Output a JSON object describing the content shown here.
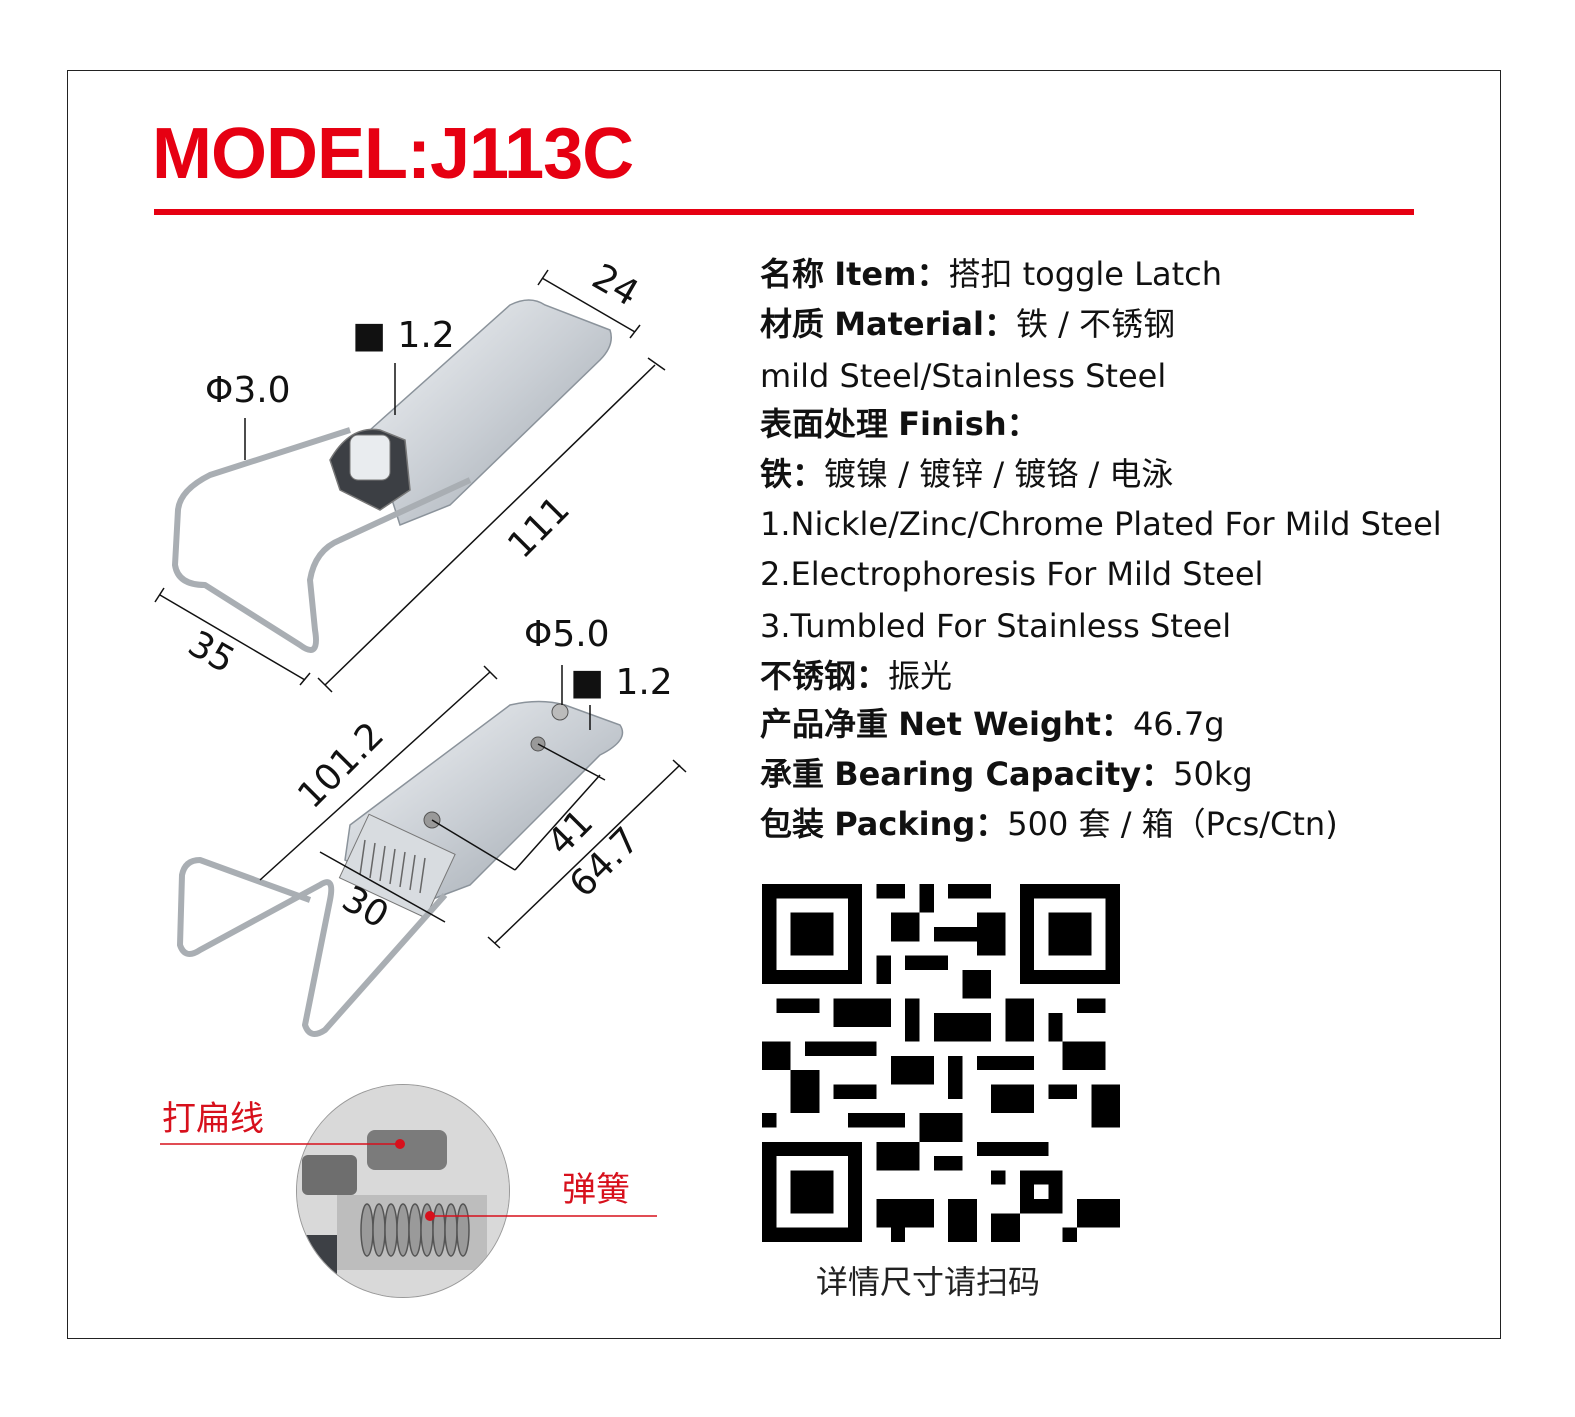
{
  "header": {
    "title": "MODEL:J113C",
    "accent_color": "#e60012"
  },
  "specs": {
    "item": {
      "label_cn": "名称",
      "label_en": "Item：",
      "value": "搭扣 toggle Latch"
    },
    "material": {
      "label_cn": "材质",
      "label_en": "Material：",
      "value": "铁 / 不锈钢",
      "value_en": "mild Steel/Stainless Steel"
    },
    "finish": {
      "label_cn": "表面处理",
      "label_en": "Finish："
    },
    "iron": {
      "label_cn": "铁：",
      "value": "镀镍 / 镀锌 / 镀铬 / 电泳"
    },
    "finish_list": [
      "1.Nickle/Zinc/Chrome Plated For Mild Steel",
      "2.Electrophoresis For Mild Steel",
      "3.Tumbled For Stainless Steel"
    ],
    "stainless": {
      "label_cn": "不锈钢：",
      "value": "振光"
    },
    "net_weight": {
      "label_cn": "产品净重",
      "label_en": "Net Weight：",
      "value": "46.7g"
    },
    "bearing": {
      "label_cn": "承重",
      "label_en": "Bearing Capacity：",
      "value": "50kg"
    },
    "packing": {
      "label_cn": "包装",
      "label_en": "Packing：",
      "value": "500 套 / 箱（Pcs/Ctn)"
    }
  },
  "drawing_top": {
    "dims": {
      "width_top": "24",
      "thickness": "■ 1.2",
      "wire": "Φ3.0",
      "length": "111",
      "width_bottom": "35"
    }
  },
  "drawing_bottom": {
    "dims": {
      "hole": "Φ5.0",
      "thickness": "■ 1.2",
      "length": "101.2",
      "hole_spacing": "41",
      "base_length": "64.7",
      "width": "30"
    }
  },
  "detail": {
    "callout_1": "打扁线",
    "callout_2": "弹簧"
  },
  "qr": {
    "caption": "详情尺寸请扫码"
  }
}
